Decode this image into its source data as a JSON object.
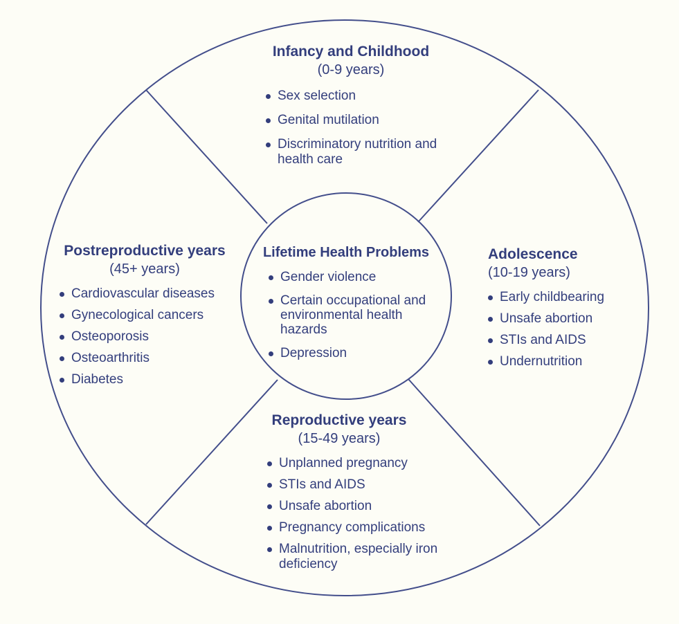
{
  "diagram": {
    "name": "Lifecycle health problems wheel",
    "colors": {
      "ink": "#333e7c",
      "line": "#434e8b",
      "background": "#fdfdf6"
    },
    "center": {
      "title": "Lifetime Health Problems",
      "items": [
        "Gender violence",
        "Certain occupational and environmental health hazards",
        "Depression"
      ]
    },
    "quadrants": [
      {
        "title": "Infancy and Childhood",
        "age_range": "(0-9 years)",
        "items": [
          "Sex selection",
          "Genital mutilation",
          "Discriminatory nutrition and health care"
        ]
      },
      {
        "title": "Adolescence",
        "age_range": "(10-19 years)",
        "items": [
          "Early childbearing",
          "Unsafe abortion",
          "STIs and AIDS",
          "Undernutrition"
        ]
      },
      {
        "title": "Reproductive years",
        "age_range": "(15-49 years)",
        "items": [
          "Unplanned pregnancy",
          "STIs and AIDS",
          "Unsafe abortion",
          "Pregnancy complications",
          "Malnutrition, especially iron deficiency"
        ]
      },
      {
        "title": "Postreproductive years",
        "age_range": "(45+ years)",
        "items": [
          "Cardiovascular diseases",
          "Gynecological cancers",
          "Osteoporosis",
          "Osteoarthritis",
          "Diabetes"
        ]
      }
    ]
  }
}
